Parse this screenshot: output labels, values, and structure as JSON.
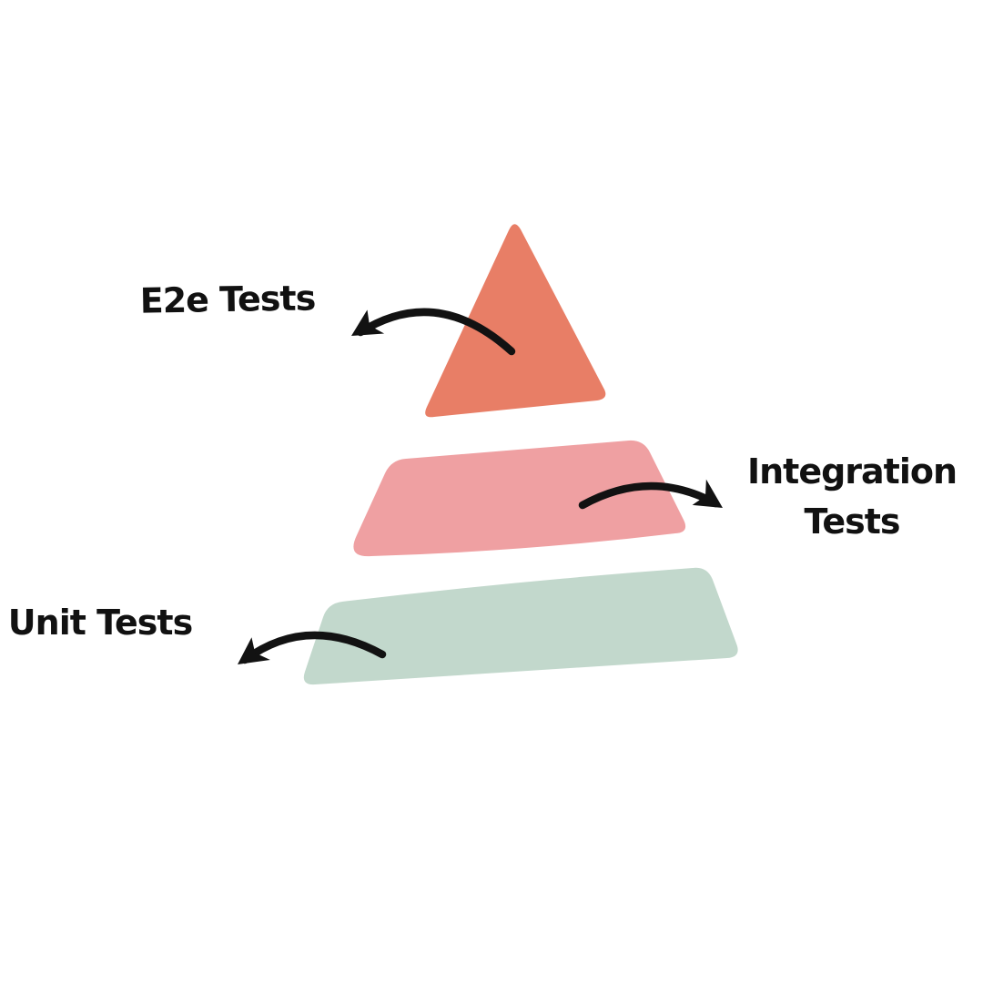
{
  "diagram_type": "testing-pyramid",
  "colors": {
    "e2e": "#E87E66",
    "integration": "#EFA0A2",
    "unit": "#C2D8CC",
    "ink": "#121212",
    "background": "#FFFFFF"
  },
  "layers": [
    {
      "id": "e2e",
      "label": "E2e Tests",
      "position": "top",
      "color": "#E87E66"
    },
    {
      "id": "integration",
      "label": "Integration Tests",
      "label_lines": [
        "Integration",
        "Tests"
      ],
      "position": "middle",
      "color": "#EFA0A2"
    },
    {
      "id": "unit",
      "label": "Unit Tests",
      "position": "bottom",
      "color": "#C2D8CC"
    }
  ]
}
